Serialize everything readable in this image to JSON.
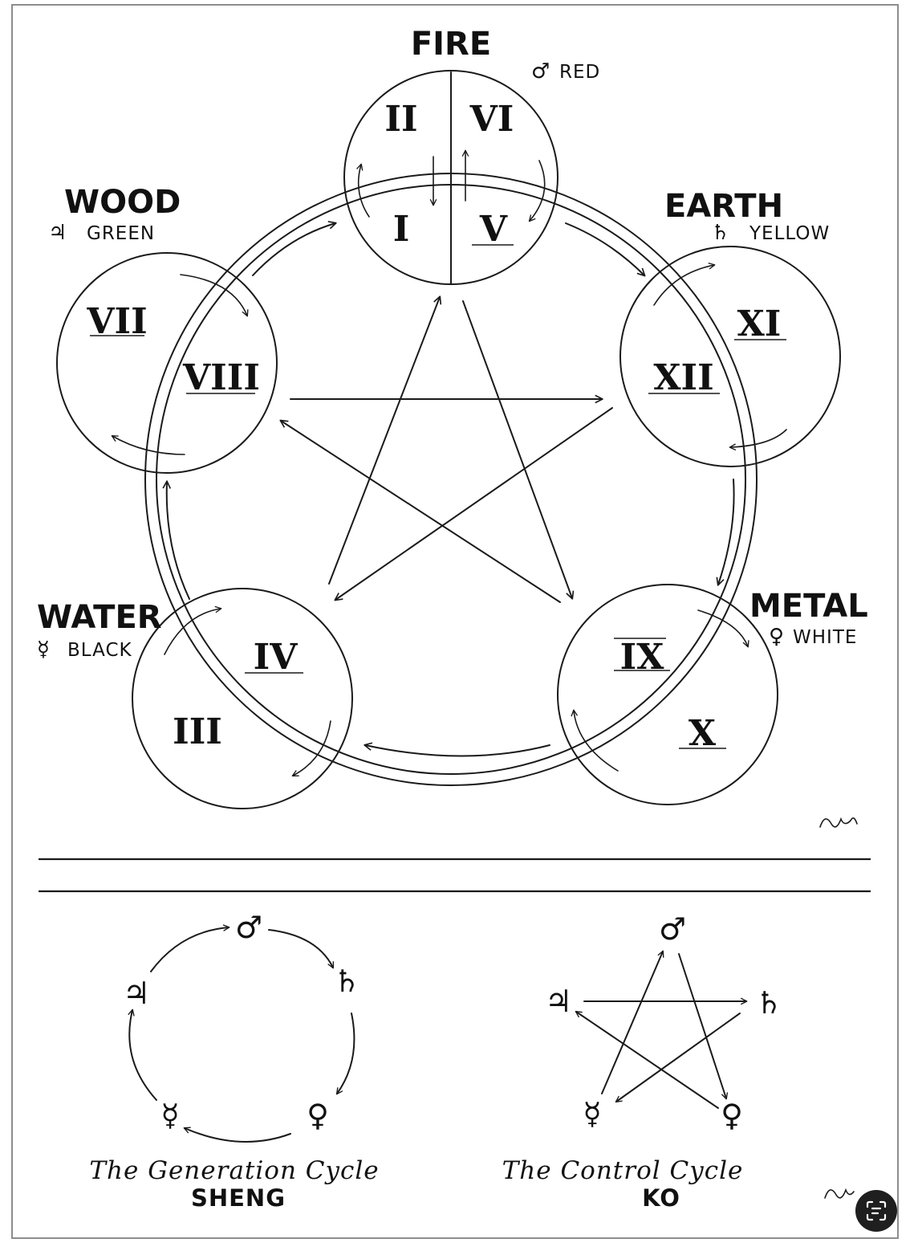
{
  "elements": [
    {
      "key": "fire",
      "name": "FIRE",
      "planet": "♂",
      "color_word": "RED",
      "numerals": [
        "II",
        "VI",
        "I",
        "V"
      ]
    },
    {
      "key": "earth",
      "name": "EARTH",
      "planet": "♄",
      "color_word": "YELLOW",
      "numerals": [
        "XI",
        "XII"
      ]
    },
    {
      "key": "metal",
      "name": "METAL",
      "planet": "♀",
      "color_word": "WHITE",
      "numerals": [
        "IX",
        "X"
      ]
    },
    {
      "key": "water",
      "name": "WATER",
      "planet": "☿",
      "color_word": "BLACK",
      "numerals": [
        "IV",
        "III"
      ]
    },
    {
      "key": "wood",
      "name": "WOOD",
      "planet": "♃",
      "color_word": "GREEN",
      "numerals": [
        "VII",
        "VIII"
      ]
    }
  ],
  "generation_cycle": {
    "title": "The Generation Cycle",
    "subtitle": "SHENG",
    "symbols": {
      "fire": "♂",
      "earth": "♄",
      "metal": "♀",
      "water": "☿",
      "wood": "♃"
    }
  },
  "control_cycle": {
    "title": "The Control Cycle",
    "subtitle": "KO",
    "symbols": {
      "fire": "♂",
      "earth": "♄",
      "metal": "♀",
      "water": "☿",
      "wood": "♃"
    }
  },
  "colors": {
    "ink": "#1a1a1a",
    "background": "#ffffff",
    "frame": "#8d8d8d"
  },
  "icons": {
    "lens_button": "lens-icon"
  }
}
